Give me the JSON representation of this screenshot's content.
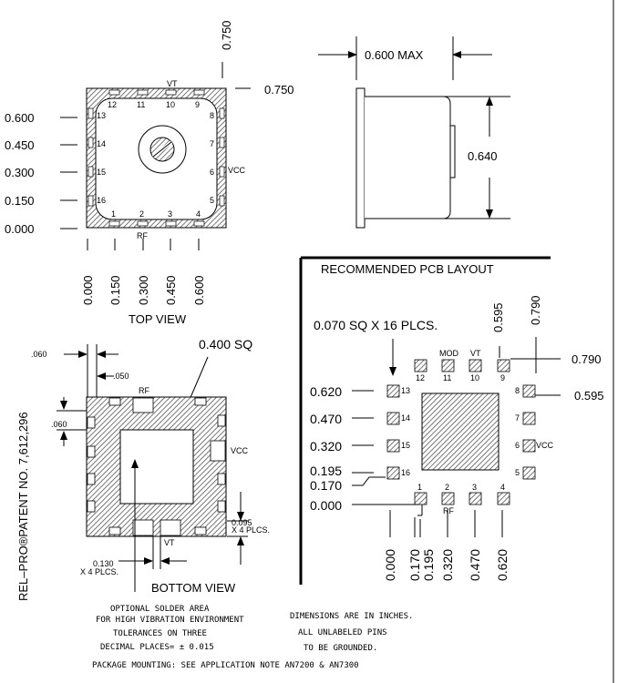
{
  "top_view": {
    "dim_top": "0.750",
    "dim_right": "0.750",
    "label_vt": "VT",
    "label_rf": "RF",
    "label_vcc": "VCC",
    "pins_top": [
      "12",
      "11",
      "10",
      "9"
    ],
    "pins_bottom": [
      "1",
      "2",
      "3",
      "4"
    ],
    "pins_left": [
      "13",
      "14",
      "15",
      "16"
    ],
    "pins_right": [
      "8",
      "7",
      "6",
      "5"
    ],
    "y_ticks": [
      "0.600",
      "0.450",
      "0.300",
      "0.150",
      "0.000"
    ],
    "x_ticks": [
      "0.000",
      "0.150",
      "0.300",
      "0.450",
      "0.600"
    ],
    "title": "TOP VIEW"
  },
  "side_view": {
    "width_label": "0.600  MAX",
    "height_label": "0.640"
  },
  "bottom_view": {
    "dim_left_top": ".060",
    "dim_small": ".050",
    "dim_left_mid": ".060",
    "sq_label": "0.400  SQ",
    "label_rf": "RF",
    "label_vt": "VT",
    "label_vcc": "VCC",
    "dim_right_1": "0.095",
    "dim_right_2": "X 4  PLCS.",
    "dim_bottom_1": "0.130",
    "dim_bottom_2": "X 4  PLCS.",
    "title": "BOTTOM VIEW"
  },
  "patent": "REL–PRO®PATENT  NO.  7,612,296",
  "pcb": {
    "title": "RECOMMENDED  PCB  LAYOUT",
    "pad_note": "0.070  SQ  X  16  PLCS.",
    "dim_top_1": "0.595",
    "dim_top_2": "0.790",
    "dim_right_1": "0.790",
    "dim_right_2": "0.595",
    "pins_top": [
      "12",
      "11",
      "10",
      "9"
    ],
    "labels_top": [
      "MOD",
      "VT"
    ],
    "pins_left": [
      "13",
      "14",
      "15",
      "16"
    ],
    "pins_right": [
      "8",
      "7",
      "6",
      "5"
    ],
    "pins_bottom": [
      "1",
      "2",
      "3",
      "4"
    ],
    "label_vcc": "VCC",
    "label_rf": "RF",
    "y_ticks": [
      "0.620",
      "0.470",
      "0.320",
      "0.195",
      "0.170",
      "0.000"
    ],
    "x_ticks": [
      "0.000",
      "0.170",
      "0.195",
      "0.320",
      "0.470",
      "0.620"
    ]
  },
  "notes": {
    "solder_1": "OPTIONAL SOLDER AREA",
    "solder_2": "FOR HIGH VIBRATION ENVIRONMENT",
    "tol_1": "TOLERANCES ON THREE",
    "tol_2": "DECIMAL PLACES= ± 0.015",
    "dim_1": "DIMENSIONS ARE IN INCHES.",
    "dim_2": "ALL UNLABELED PINS",
    "dim_3": "TO BE GROUNDED.",
    "mount": "PACKAGE MOUNTING: SEE APPLICATION NOTE AN7200 & AN7300"
  }
}
